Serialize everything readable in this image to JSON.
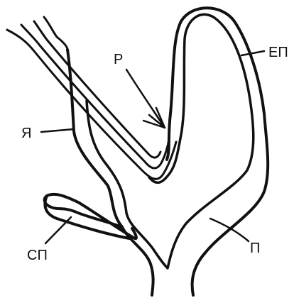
{
  "figure": {
    "ink_color": "#111111",
    "background": "#ffffff",
    "labels": {
      "ep": "ЕП",
      "p_arrow": "Р",
      "ya": "Я",
      "sp": "СП",
      "p_body": "П"
    },
    "structures": [
      {
        "name": "outer-wall-contour"
      },
      {
        "name": "inner-lumen-contour"
      },
      {
        "name": "entry-tube-left"
      },
      {
        "name": "entry-tube-right"
      },
      {
        "name": "side-pouch"
      }
    ]
  }
}
